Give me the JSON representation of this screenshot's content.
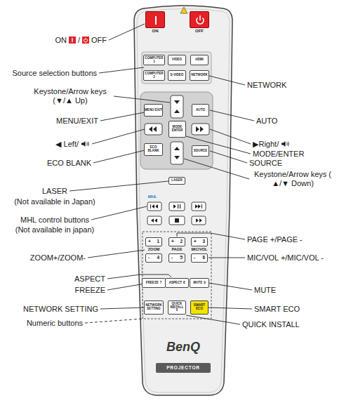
{
  "diagram": {
    "nodes": [
      {
        "text": [
          "BenQ",
          "PROJECTOR"
        ]
      },
      {
        "text": [
          "ON"
        ],
        "in": 0
      },
      {
        "text": [
          "OFF"
        ],
        "in": 0
      },
      {
        "text": [
          "COMPUTER 1"
        ],
        "in": 0
      },
      {
        "text": [
          "VIDEO"
        ],
        "in": 0
      },
      {
        "text": [
          "HDMI"
        ],
        "in": 0
      },
      {
        "text": [
          "COMPUTER 2"
        ],
        "in": 0
      },
      {
        "text": [
          "S-VIDEO"
        ],
        "in": 0
      },
      {
        "text": [
          "NETWORK"
        ],
        "in": 0
      },
      {
        "text": [
          "MENU EXIT"
        ],
        "in": 0
      },
      {
        "text": [
          "AUTO"
        ],
        "in": 0
      },
      {
        "text": [
          "MODE ENTER"
        ],
        "in": 0
      },
      {
        "text": [
          "ECO BLANK"
        ],
        "in": 0
      },
      {
        "text": [
          "SOURCE"
        ],
        "in": 0
      },
      {
        "text": [
          "LASER"
        ],
        "in": 0
      },
      {
        "text": [
          "+",
          "1"
        ],
        "in": 0
      },
      {
        "text": [
          "+",
          "2"
        ],
        "in": 0
      },
      {
        "text": [
          "+",
          "3"
        ],
        "in": 0
      },
      {
        "text": [
          "-",
          "4"
        ],
        "in": 0
      },
      {
        "text": [
          "-",
          "5"
        ],
        "in": 0
      },
      {
        "text": [
          "-",
          "6"
        ],
        "in": 0
      },
      {
        "text": [
          "FREEZE",
          "7"
        ],
        "in": 0
      },
      {
        "text": [
          "ASPECT",
          "8"
        ],
        "in": 0
      },
      {
        "text": [
          "MUTE",
          "9"
        ],
        "in": 0
      },
      {
        "text": [
          "NETWORK SETTING"
        ],
        "in": 0
      },
      {
        "text": [
          "QUICK INSTALL",
          "0"
        ],
        "in": 0
      },
      {
        "text": [
          "SMART ECO"
        ],
        "in": 0
      }
    ],
    "labels": [
      "ON",
      "/",
      "OFF",
      "Source selection buttons",
      "Keystone/Arrow keys (▼/▲ Up)",
      "MENU/EXIT",
      "◀ Left/",
      "ECO BLANK",
      "LASER",
      "(Not available in Japan)",
      "MHL control buttons",
      "(Not available in japan)",
      "ZOOM+/ZOOM-",
      "ASPECT",
      "FREEZE",
      "NETWORK SETTING",
      "Numeric buttons",
      "NETWORK",
      "AUTO",
      "▶Right/",
      "MODE/ENTER",
      "SOURCE",
      "Keystone/Arrow keys ( ▲/▼ Down)",
      "PAGE +/PAGE -",
      "MIC/VOL +/MIC/VOL -",
      "MUTE",
      "SMART ECO",
      "QUICK INSTALL",
      "MHL",
      "ZOOM",
      "PAGE",
      "MIC/VOL"
    ]
  }
}
